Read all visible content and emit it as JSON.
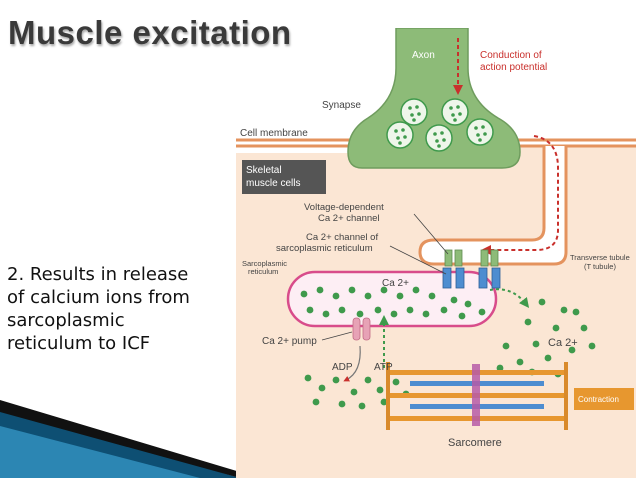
{
  "slide": {
    "title": "Muscle excitation",
    "bullet_lines": [
      "2. Results in release",
      "of calcium ions from",
      "sarcoplasmic",
      "reticulum to ICF"
    ]
  },
  "diagram": {
    "axon": "Axon",
    "conduction": [
      "Conduction of",
      "action potential"
    ],
    "synapse": "Synapse",
    "cell_membrane": "Cell membrane",
    "skeletal_cells": [
      "Skeletal",
      "muscle cells"
    ],
    "voltage_channel": [
      "Voltage-dependent",
      "Ca 2+ channel"
    ],
    "sr_channel": [
      "Ca 2+ channel of",
      "sarcoplasmic reticulum"
    ],
    "sr_label": [
      "Sarcoplasmic",
      "reticulum"
    ],
    "ca_inside": "Ca 2+",
    "ca_pump": "Ca 2+ pump",
    "adp": "ADP",
    "atp": "ATP",
    "ca_outside": "Ca 2+",
    "t_tubule": [
      "Transverse tubule",
      "(T tubule)"
    ],
    "contraction": "Contraction",
    "sarcomere": "Sarcomere"
  },
  "colors": {
    "cell_fill": "#fbe6d4",
    "membrane": "#e4935e",
    "neuron": "#8dbb78",
    "dot": "#3f9a4c",
    "sr_outline": "#d84c8b",
    "conduction_arrow": "#c9302c",
    "thick_filament": "#4d8dd0",
    "thin_filament": "#e7972f",
    "z_line": "#b65aa7",
    "label_box": "#555555"
  }
}
